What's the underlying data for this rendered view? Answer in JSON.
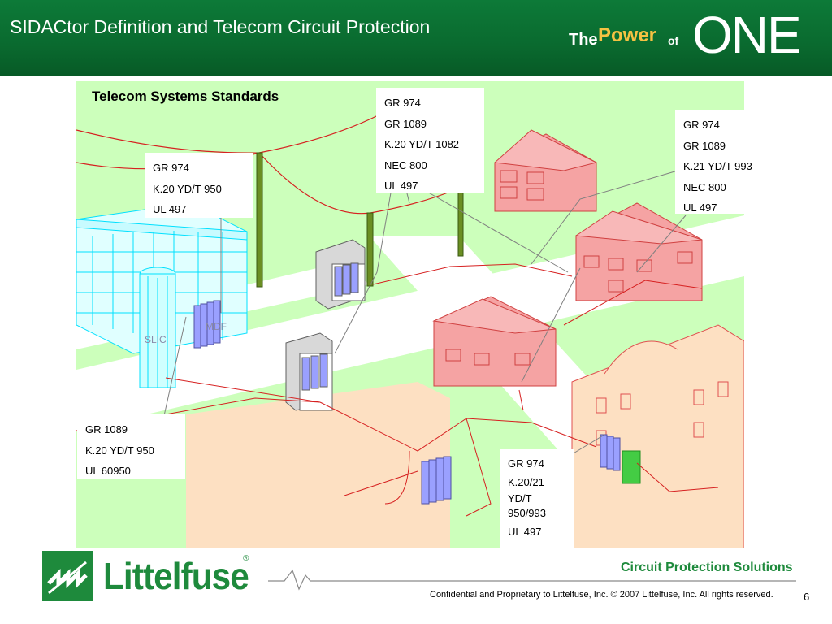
{
  "header": {
    "title": "SIDACtor Definition and Telecom Circuit Protection",
    "brand": {
      "the": "The",
      "power": "Power",
      "of": "of",
      "one": "ONE"
    }
  },
  "diagram": {
    "section_title": "Telecom Systems Standards",
    "callouts": [
      {
        "id": "pole",
        "lines": [
          "GR 974",
          "GR 1089",
          "K.20 YD/T 1082",
          "NEC 800",
          "UL 497"
        ]
      },
      {
        "id": "house-right",
        "lines": [
          "GR 974",
          "GR 1089",
          "K.21 YD/T 993",
          "NEC 800",
          "UL 497"
        ]
      },
      {
        "id": "office-mdf",
        "lines": [
          "GR 974",
          "K.20 YD/T 950",
          "UL 497"
        ]
      },
      {
        "id": "slic",
        "lines": [
          "GR 1089",
          "K.20 YD/T 950",
          "UL 60950"
        ]
      },
      {
        "id": "cabinet",
        "lines": [
          "GR 974",
          "K.20/21",
          "YD/T",
          "950/993",
          "UL 497"
        ]
      }
    ],
    "labels": {
      "slic": "SLIC",
      "mdf": "MDF"
    },
    "colors": {
      "grass": "#ccffbb",
      "road": "#ffffff",
      "wire": "#d62020",
      "house": "#f5a3a3",
      "lot": "#fde0c2",
      "building": "#e0ffff"
    }
  },
  "footer": {
    "logo_text": "Littelfuse",
    "logo_reg": "®",
    "tagline": "Circuit Protection Solutions",
    "confidential": "Confidential and Proprietary to Littelfuse, Inc.  © 2007 Littelfuse, Inc.  All rights reserved.",
    "page_number": "6"
  }
}
